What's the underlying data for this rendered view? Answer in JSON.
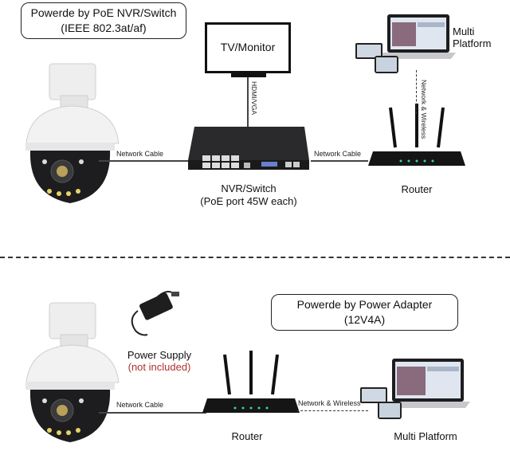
{
  "top": {
    "title_line1": "Powerde by PoE NVR/Switch",
    "title_line2": "(IEEE 802.3at/af)",
    "tv_label": "TV/Monitor",
    "hdmi_label": "HDMI/VGA",
    "cable_left": "Network Cable",
    "cable_right": "Network Cable",
    "nvr_label_line1": "NVR/Switch",
    "nvr_label_line2": "(PoE port 45W each)",
    "router_label": "Router",
    "network_wireless": "Network & Wireless",
    "multi_line1": "Multi",
    "multi_line2": "Platform"
  },
  "bottom": {
    "title_line1": "Powerde by Power Adapter",
    "title_line2": "(12V4A)",
    "psu_line1": "Power Supply",
    "psu_line2": "(not included)",
    "cable_left": "Network Cable",
    "network_wireless": "Network & Wireless",
    "router_label": "Router",
    "multi_label": "Multi Platform"
  },
  "colors": {
    "accent_red": "#b0322c"
  }
}
